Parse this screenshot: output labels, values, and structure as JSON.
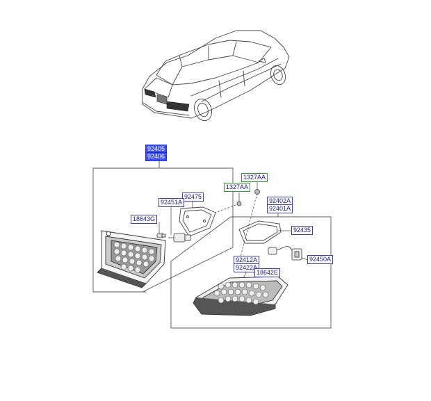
{
  "labels": {
    "p92405": "92405",
    "p92406": "92406",
    "p1327aa_top": "1327AA",
    "p1327aa": "1327AA",
    "p92475": "92475",
    "p92451a": "92451A",
    "p92402a": "92402A",
    "p92401a": "92401A",
    "p18643g": "18643G",
    "p92435": "92435",
    "p92450a": "92450A",
    "p92412a": "92412A",
    "p92422a": "92422A",
    "p18642e": "18642E"
  },
  "colors": {
    "line": "#444444",
    "label_border": "#3b3bd0",
    "label_text": "#1a1a8c",
    "label_green_border": "#2e9a2e",
    "selected_bg": "#3d4ff0"
  }
}
